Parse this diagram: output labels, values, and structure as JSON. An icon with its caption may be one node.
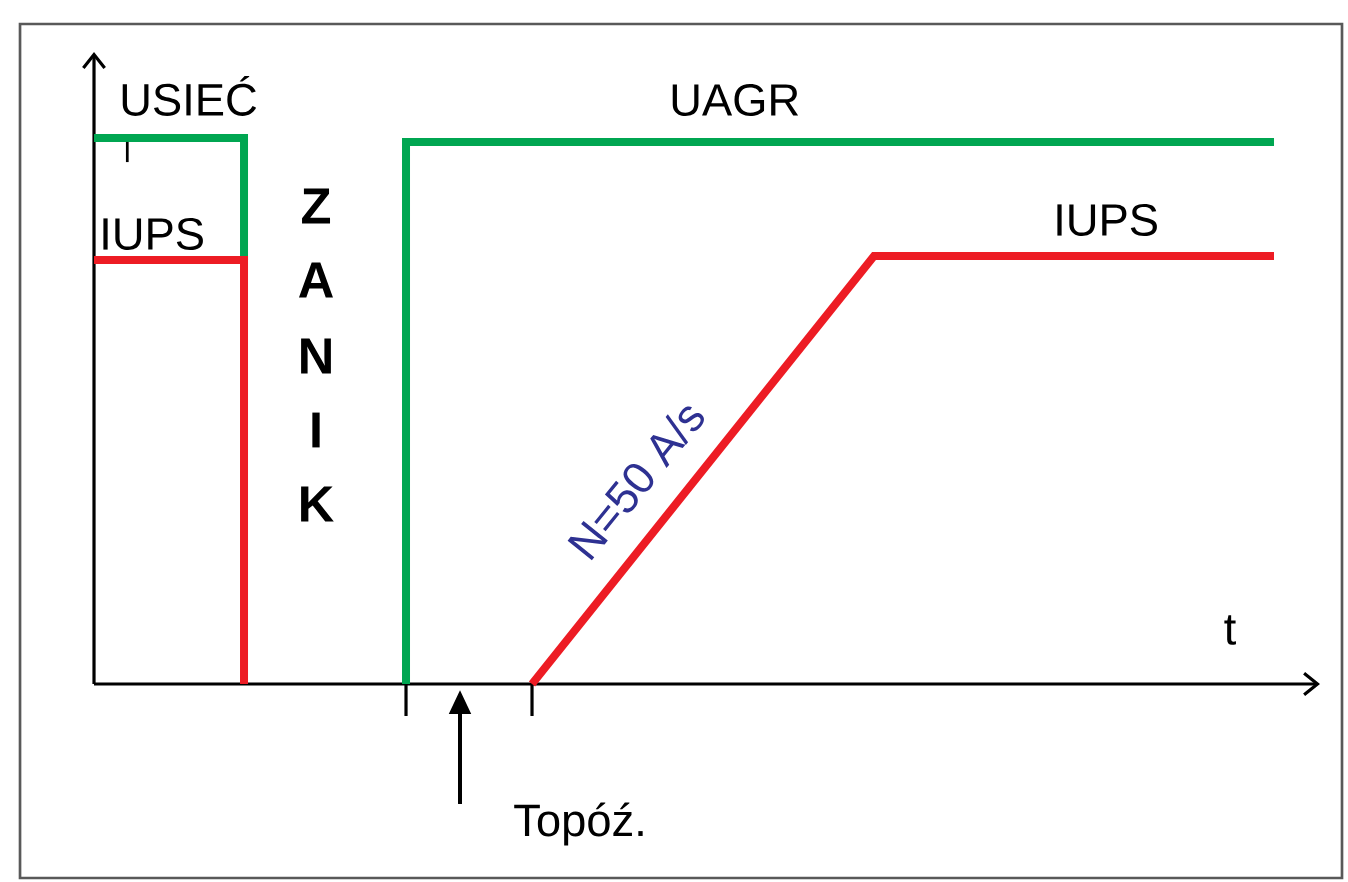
{
  "diagram": {
    "labels": [
      "USIEĆ",
      "I",
      "IUPS",
      "Z",
      "A",
      "N",
      "I",
      "K",
      "UAGR",
      "IUPS",
      "N=50 A/s",
      "t",
      "Topóź."
    ]
  }
}
